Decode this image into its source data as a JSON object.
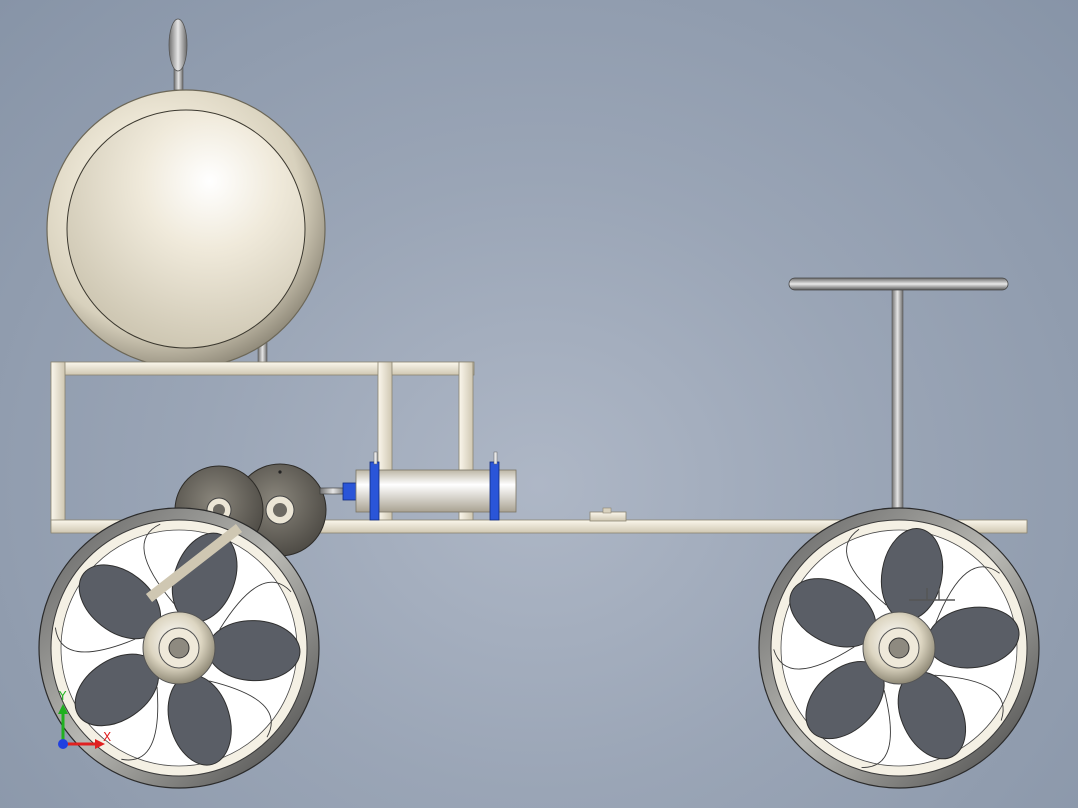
{
  "viewport": {
    "background_colors": [
      "#aeb7c6",
      "#9aa5b6",
      "#8794a7"
    ]
  },
  "model": {
    "parts": {
      "tank": "pressure-tank",
      "frame": "chassis-frame",
      "cylinder": "pneumatic-cylinder",
      "pulleys": "drive-pulleys",
      "steering": "steering-wheel",
      "rear_wheel": "rear-wheel",
      "front_wheel": "front-wheel"
    },
    "colors": {
      "metal": "#e9e3d3",
      "frame": "#ece6d6",
      "blue_bracket": "#2a55d8",
      "dark_pulley": "#6d6a63"
    }
  },
  "triad": {
    "x_label": "X",
    "y_label": "Y",
    "x_color": "#e02020",
    "y_color": "#20b020",
    "z_color": "#2040e0"
  }
}
